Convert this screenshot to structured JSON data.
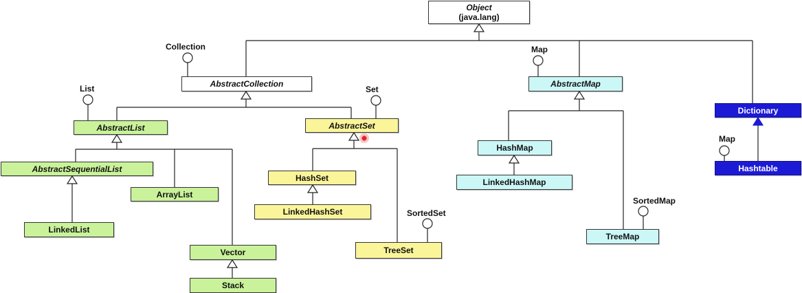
{
  "diagram": {
    "nodes": {
      "object": {
        "name": "Object",
        "sub": "(java.lang)"
      },
      "abstract_collection": {
        "name": "AbstractCollection"
      },
      "abstract_list": {
        "name": "AbstractList"
      },
      "abstract_set": {
        "name": "AbstractSet"
      },
      "abstract_sequential_list": {
        "name": "AbstractSequentialList"
      },
      "array_list": {
        "name": "ArrayList"
      },
      "linked_list": {
        "name": "LinkedList"
      },
      "vector": {
        "name": "Vector"
      },
      "stack": {
        "name": "Stack"
      },
      "hash_set": {
        "name": "HashSet"
      },
      "linked_hash_set": {
        "name": "LinkedHashSet"
      },
      "tree_set": {
        "name": "TreeSet"
      },
      "abstract_map": {
        "name": "AbstractMap"
      },
      "hash_map": {
        "name": "HashMap"
      },
      "linked_hash_map": {
        "name": "LinkedHashMap"
      },
      "tree_map": {
        "name": "TreeMap"
      },
      "dictionary": {
        "name": "Dictionary"
      },
      "hashtable": {
        "name": "Hashtable"
      }
    },
    "interfaces": {
      "collection": "Collection",
      "list": "List",
      "set": "Set",
      "sorted_set": "SortedSet",
      "map": "Map",
      "sorted_map": "SortedMap",
      "map_hashtable": "Map"
    },
    "colors": {
      "abstract_plain": "#ffffff",
      "list_family": "#c9f29a",
      "set_family": "#fbf59a",
      "map_family": "#ccf7f7",
      "legacy": "#1d1ad6"
    }
  }
}
